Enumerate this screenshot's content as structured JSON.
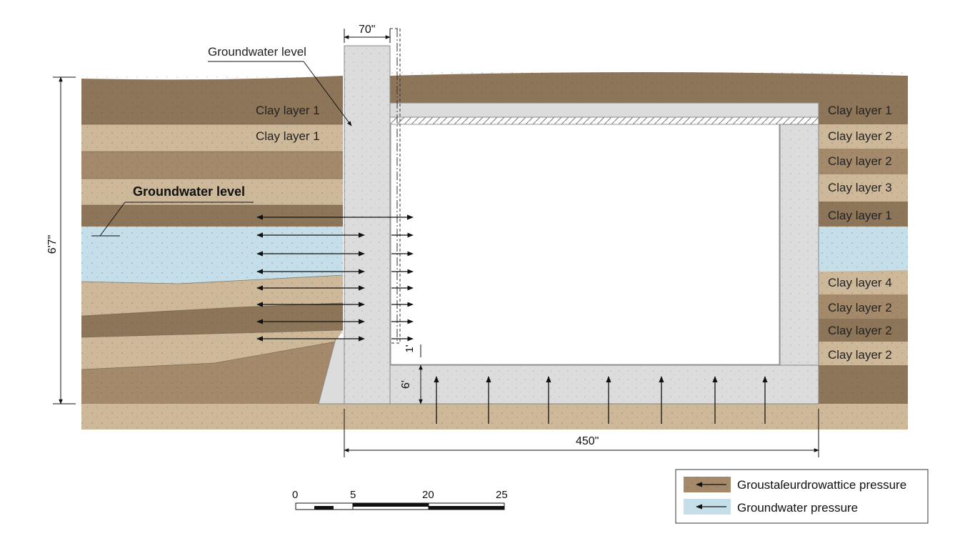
{
  "labels": {
    "top_groundwater": "Groundwater level",
    "left_groundwater": "Groundwater level",
    "left_layers": [
      "Clay layer 1",
      "Clay layer 1"
    ],
    "right_layers": [
      "Clay layer 1",
      "Clay layer 2",
      "Clay layer 2",
      "Clay layer 3",
      "Clay layer 1",
      "Clay layer 4",
      "Clay layer 2",
      "Clay layer 2",
      "Clay layer 2"
    ]
  },
  "dimensions": {
    "wall_thickness": "70\"",
    "total_height": "6'7\"",
    "width": "450\"",
    "base_thickness": "6'",
    "small_mark": "1'"
  },
  "scale_bar": {
    "ticks": [
      "0",
      "5",
      "20",
      "25"
    ]
  },
  "legend": {
    "items": [
      {
        "label": "Groustaſeurdrowattice pressure",
        "swatch": "soil"
      },
      {
        "label": "Groundwater pressure",
        "swatch": "water"
      }
    ]
  },
  "colors": {
    "soil_dark": "#8d7559",
    "soil_mid": "#a48a6b",
    "soil_light": "#cdb89a",
    "water": "#c4dfe9",
    "concrete": "#dcdcdc",
    "sky": "#ffffff"
  }
}
